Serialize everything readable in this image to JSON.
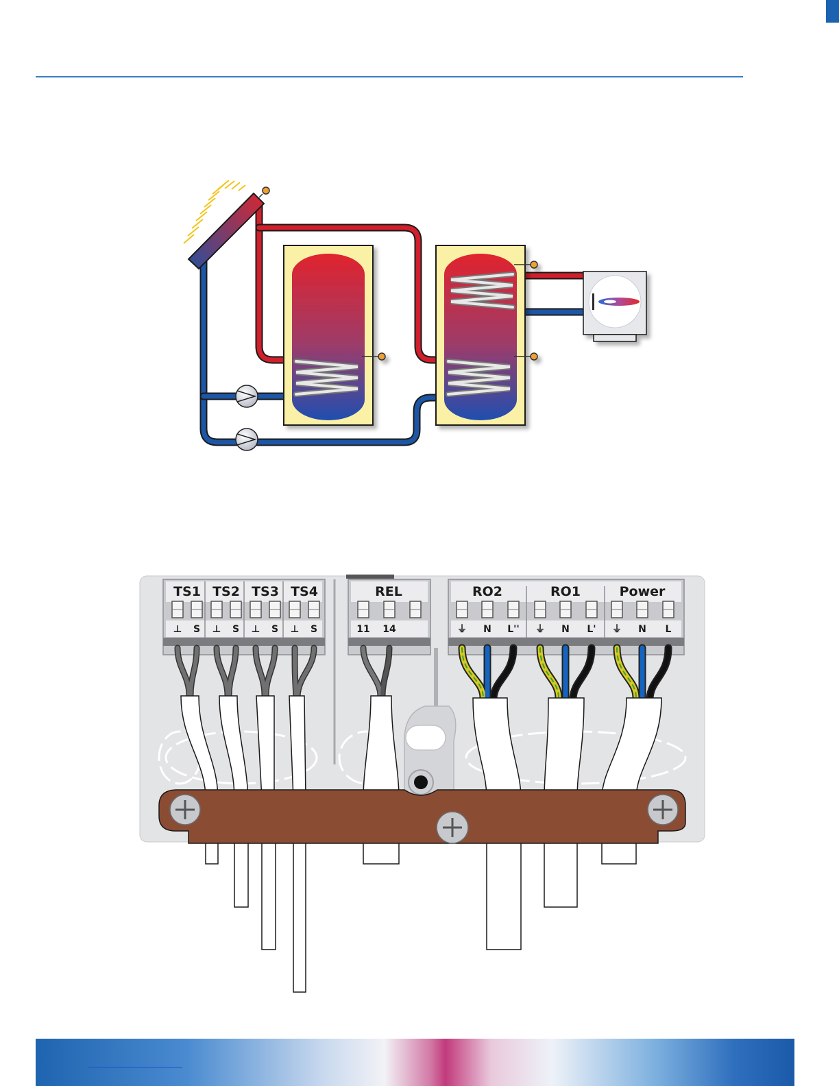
{
  "terminals": {
    "groups": [
      {
        "label": "TS1",
        "pins": [
          "⊥",
          "S"
        ]
      },
      {
        "label": "TS2",
        "pins": [
          "⊥",
          "S"
        ]
      },
      {
        "label": "TS3",
        "pins": [
          "⊥",
          "S"
        ]
      },
      {
        "label": "TS4",
        "pins": [
          "⊥",
          "S"
        ]
      },
      {
        "label": "REL",
        "pins": [
          "11",
          "14",
          ""
        ]
      },
      {
        "label": "RO2",
        "pins": [
          "⏚",
          "N",
          "L''"
        ]
      },
      {
        "label": "RO1",
        "pins": [
          "⏚",
          "N",
          "L'"
        ]
      },
      {
        "label": "Power",
        "pins": [
          "⏚",
          "N",
          "L"
        ]
      }
    ]
  },
  "colors": {
    "hot_pipe": "#d0202c",
    "cold_pipe": "#1e56a6",
    "tank_jacket": "#fbf1a6",
    "sensor": "#f0a030",
    "cable_clamp": "#8b4c34",
    "wire_blue": "#1565c0",
    "wire_black": "#111111",
    "wire_earth": "#d8c820",
    "wire_grey": "#6e6e6e"
  },
  "icons": [
    "solar-collector-icon",
    "pump-icon",
    "burner-icon",
    "temperature-sensor-icon",
    "screw-icon"
  ]
}
